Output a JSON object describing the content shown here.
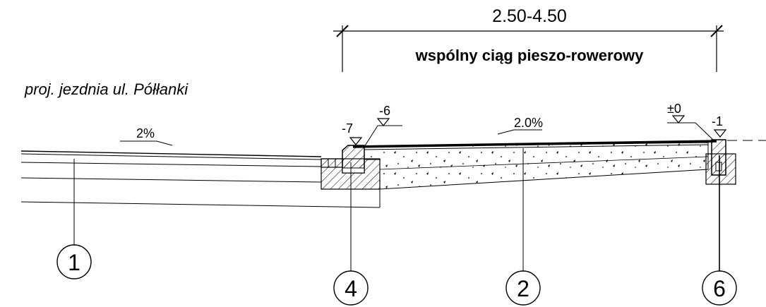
{
  "dimension": {
    "width_label": "2.50-4.50",
    "path_name": "wspólny ciąg pieszo-rowerowy"
  },
  "road_label": "proj. jezdnia ul. Półłanki",
  "slopes": {
    "road": "2%",
    "path": "2.0%"
  },
  "levels": {
    "curb_top": "-6",
    "curb_edge": "-7",
    "zero": "±0",
    "edge": "-1"
  },
  "markers": [
    "1",
    "4",
    "2",
    "6"
  ]
}
